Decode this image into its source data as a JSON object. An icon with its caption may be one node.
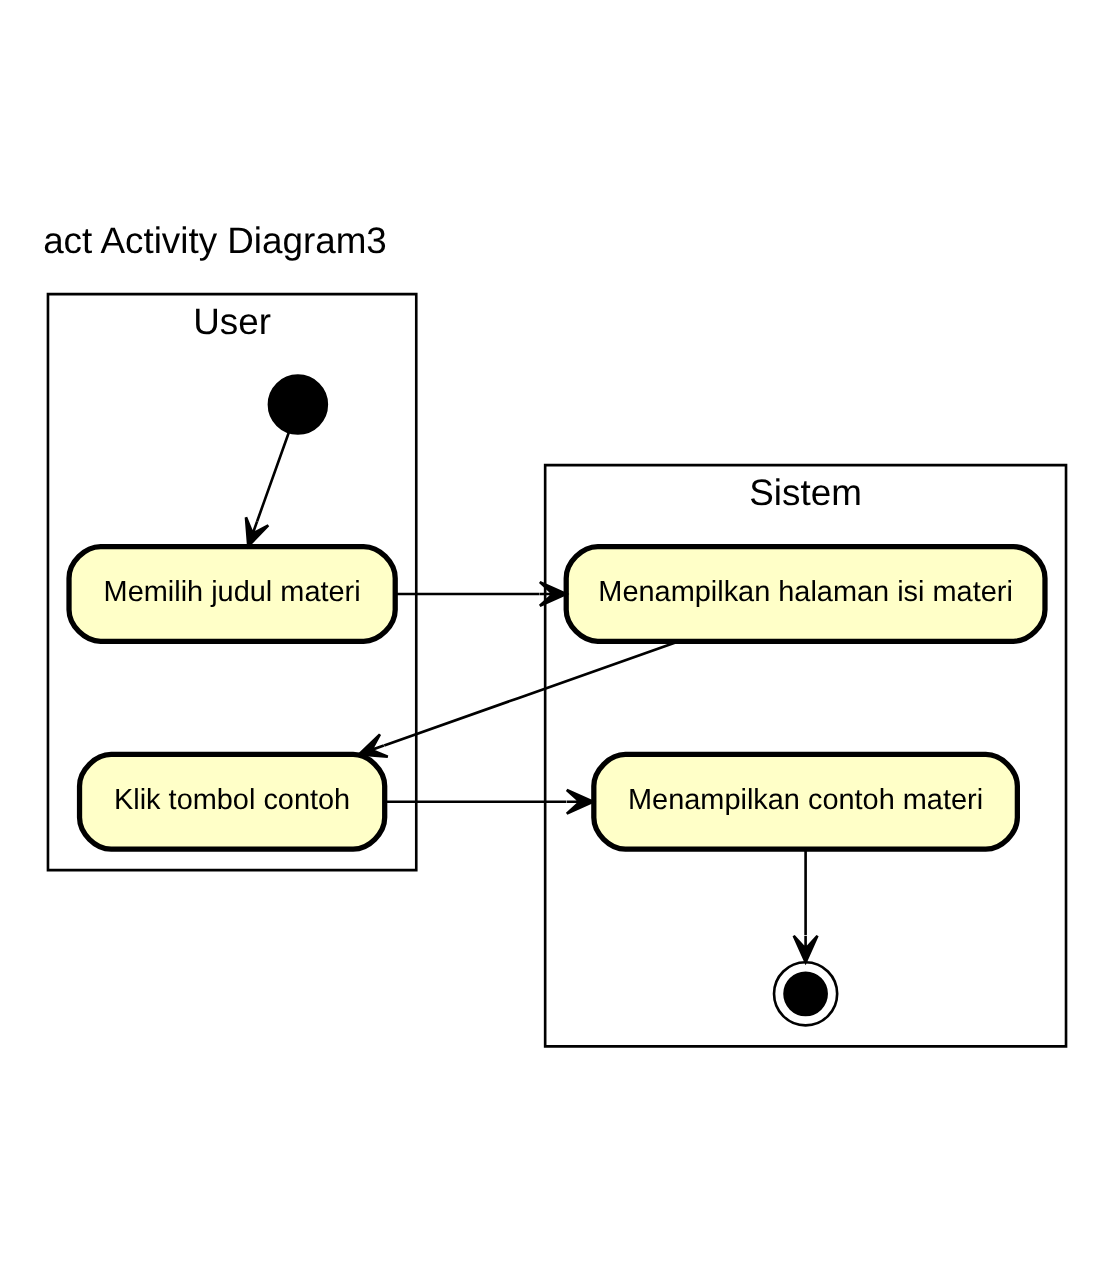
{
  "diagram": {
    "title": "act Activity Diagram3",
    "nodes": [
      {
        "text": [
          "User"
        ]
      },
      {
        "text": [
          "Sistem"
        ]
      },
      {
        "text": [],
        "shape": "circle",
        "in": 0
      },
      {
        "text": [
          "Memilih judul materi"
        ],
        "in": 0
      },
      {
        "text": [
          "Menampilkan halaman isi materi"
        ],
        "in": 1
      },
      {
        "text": [
          "Klik tombol contoh"
        ],
        "in": 0
      },
      {
        "text": [
          "Menampilkan contoh materi"
        ],
        "in": 1
      },
      {
        "text": [],
        "shape": "circle",
        "in": 1
      }
    ],
    "edges": [
      {
        "from": 2,
        "to": 3,
        "arrow": "to"
      },
      {
        "from": 3,
        "to": 4,
        "arrow": "to"
      },
      {
        "from": 4,
        "to": 5,
        "arrow": "to"
      },
      {
        "from": 5,
        "to": 6,
        "arrow": "to"
      },
      {
        "from": 6,
        "to": 7,
        "arrow": "to"
      }
    ]
  }
}
